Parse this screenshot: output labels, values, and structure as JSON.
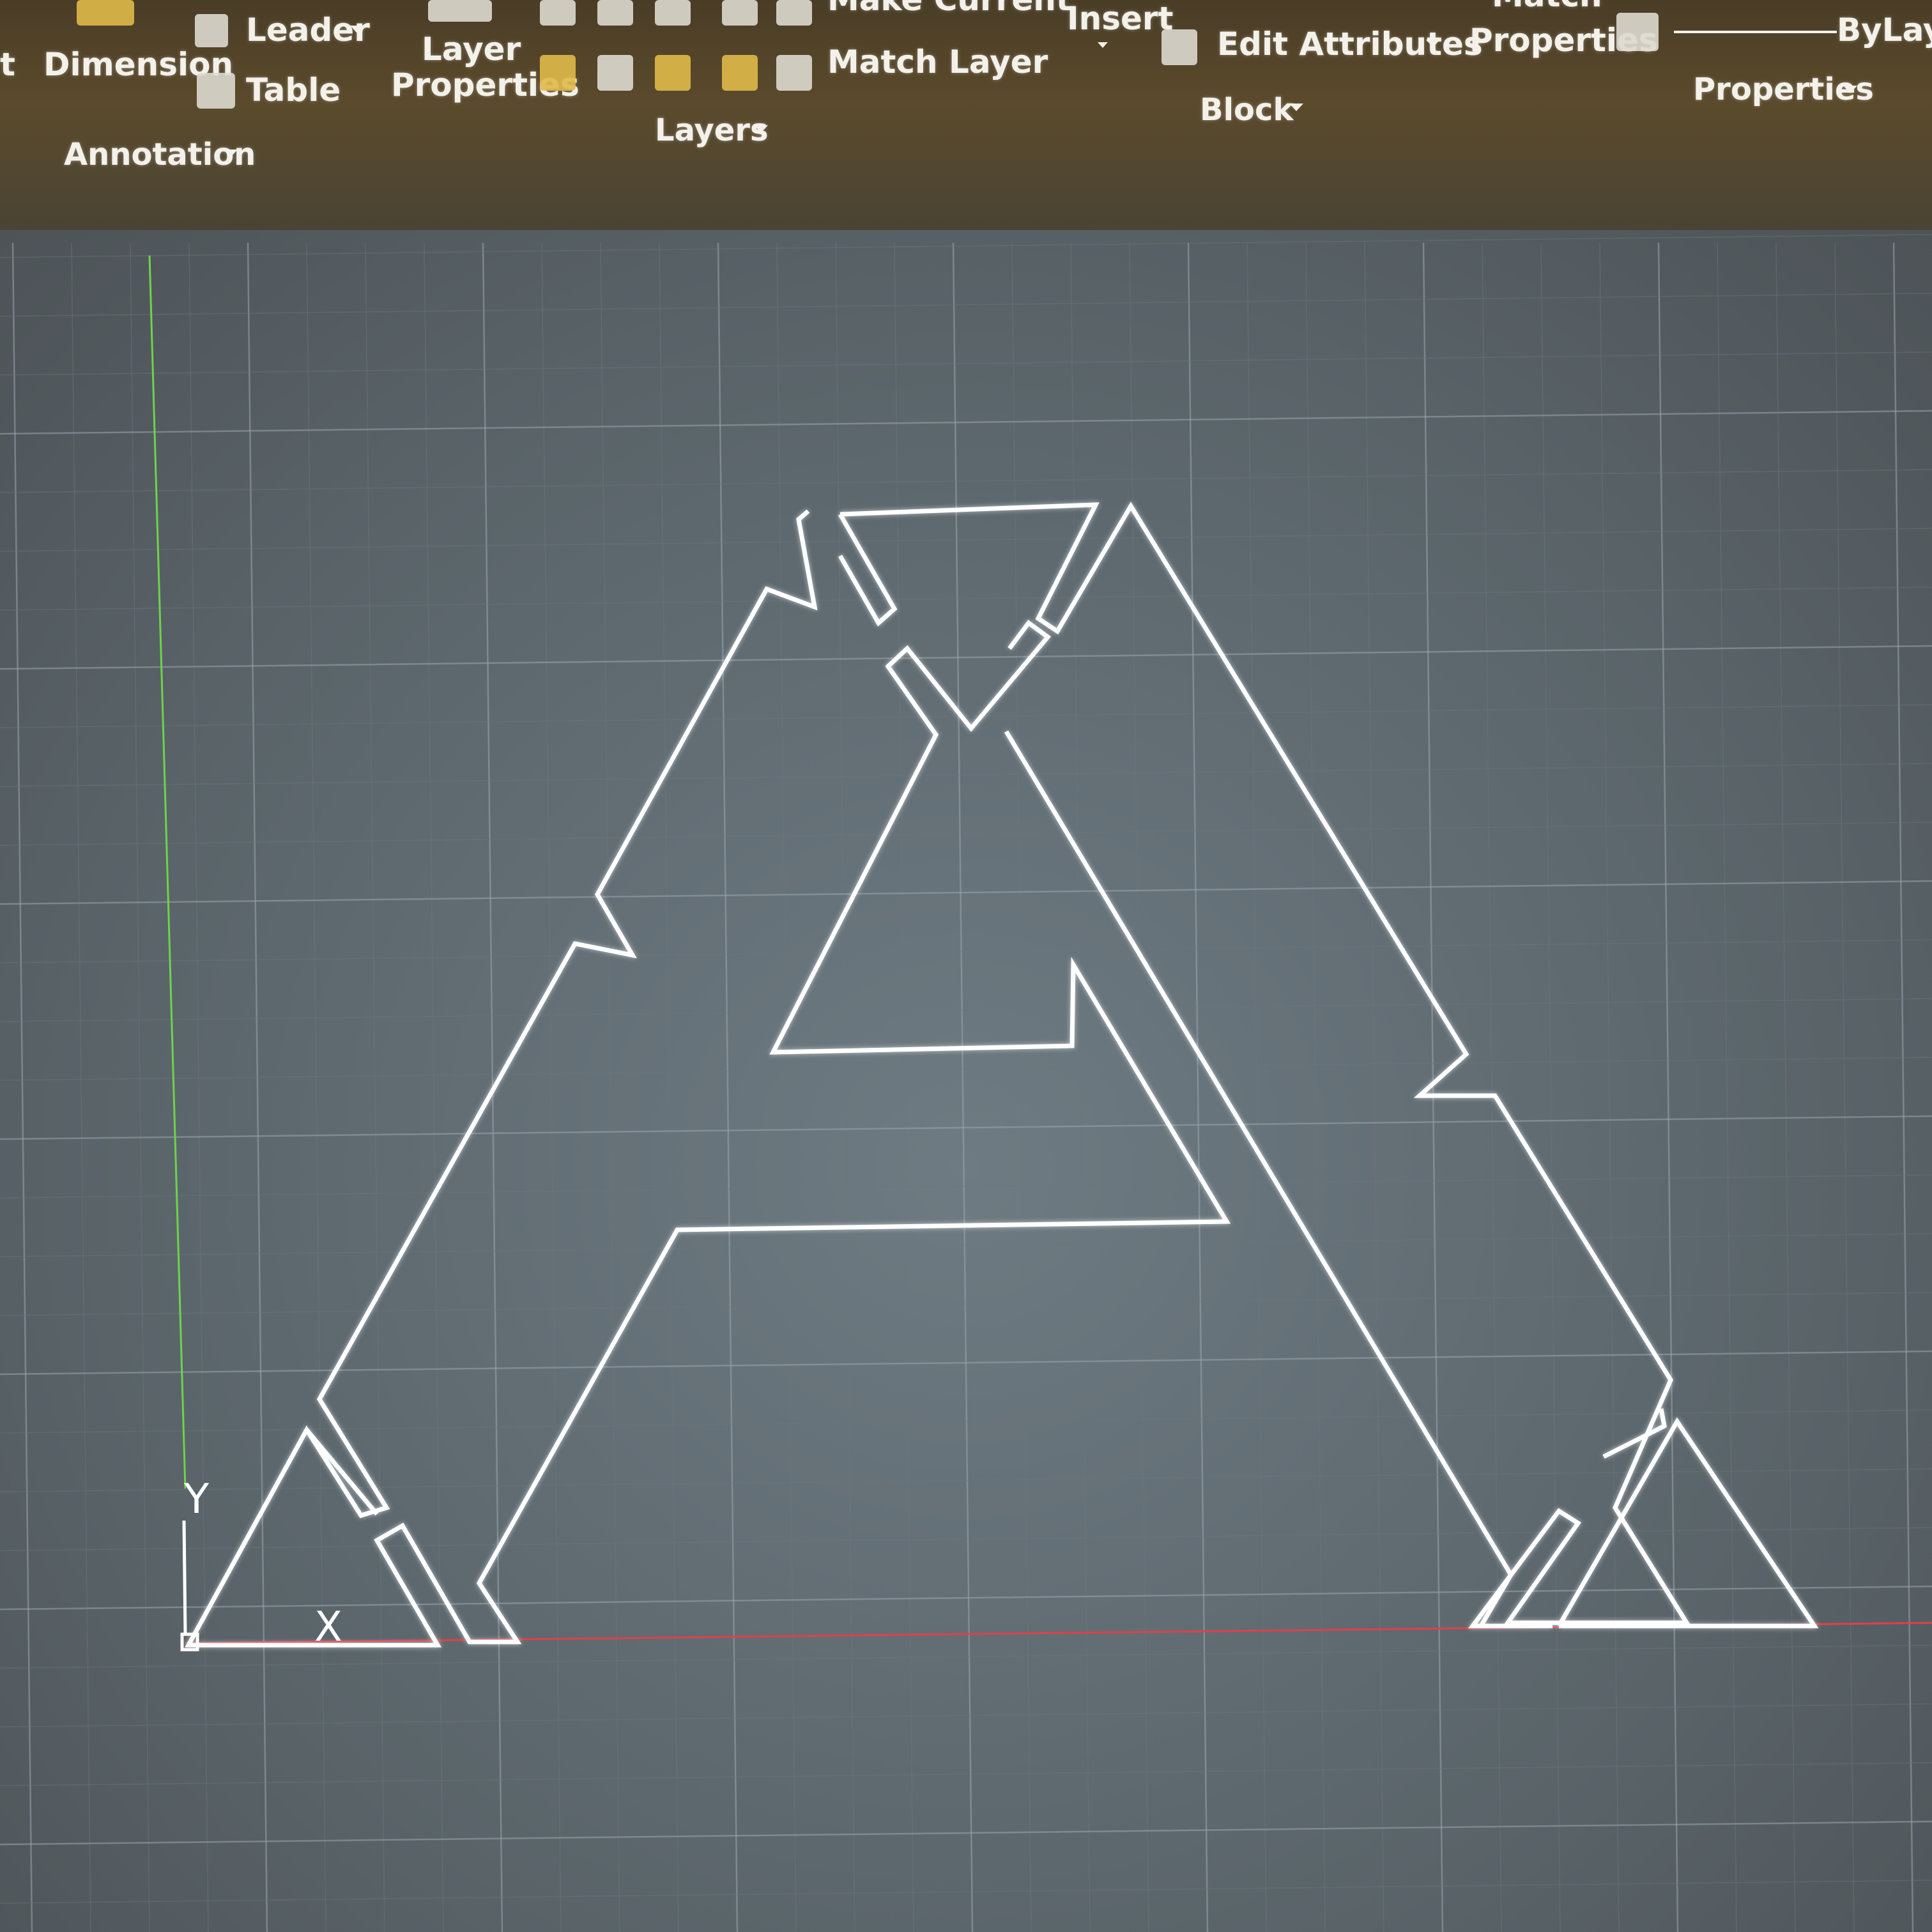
{
  "ribbon": {
    "cut_left_label": "t",
    "dimension_label": "Dimension",
    "leader_label": "Leader",
    "table_label": "Table",
    "annotation_panel": "Annotation",
    "layer_properties_line1": "Layer",
    "layer_properties_line2": "Properties",
    "make_current_label": "Make Current",
    "match_layer_label": "Match Layer",
    "layers_panel": "Layers",
    "insert_label": "Insert",
    "edit_attributes_label": "Edit Attributes",
    "block_panel": "Block",
    "match_properties_line1": "Match",
    "match_properties_line2": "Properties",
    "bylayer_label": "ByLaye",
    "properties_panel": "Properties"
  },
  "ucs": {
    "y_label": "Y",
    "x_label": "X"
  },
  "colors": {
    "x_axis": "#e0404a",
    "y_axis": "#6ed34a",
    "geometry": "#ffffff",
    "grid_major": "#9aa6ad",
    "grid_minor": "#6c777d"
  },
  "icons": [
    "dimension-icon",
    "leader-icon",
    "table-icon",
    "layer-icon",
    "edit-attributes-icon",
    "linetype-icon"
  ]
}
